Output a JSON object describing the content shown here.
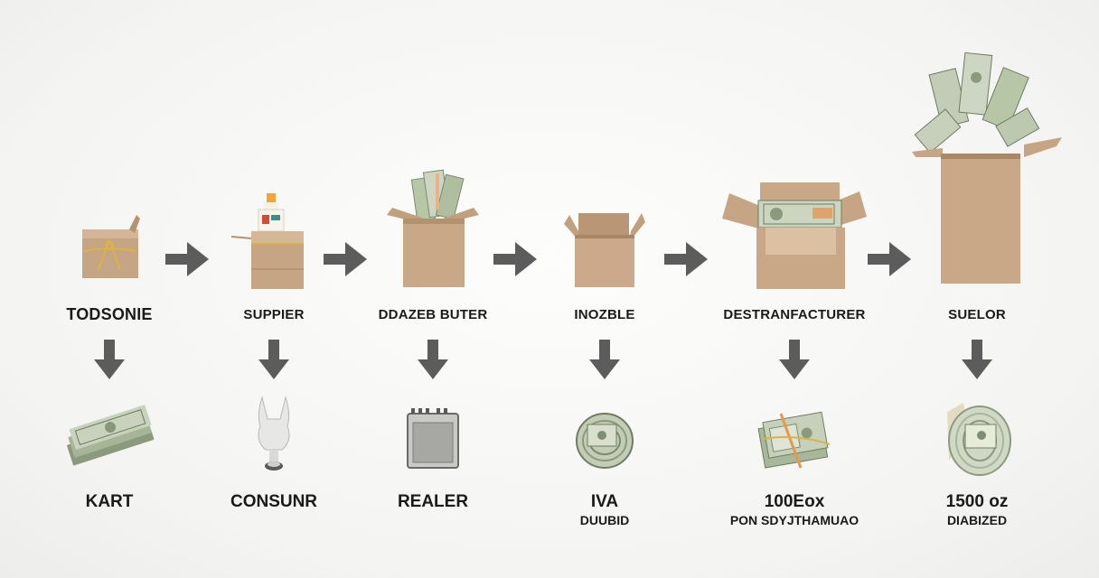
{
  "stages": [
    {
      "label": "TODSONIE",
      "outcome": "KART",
      "outcome_sub": "",
      "top_icon": "tied-box-icon",
      "bottom_icon": "cash-bills-icon"
    },
    {
      "label": "SUPPIER",
      "outcome": "CONSUNR",
      "outcome_sub": "",
      "top_icon": "box-with-bottle-icon",
      "bottom_icon": "ceramic-figure-icon"
    },
    {
      "label": "DDAZEB BUTER",
      "outcome": "REALER",
      "outcome_sub": "",
      "top_icon": "box-with-cash-icon",
      "bottom_icon": "radio-device-icon"
    },
    {
      "label": "INOZBLE",
      "outcome": "IVA",
      "outcome_sub": "DUUBID",
      "top_icon": "open-box-icon",
      "bottom_icon": "cash-roll-icon"
    },
    {
      "label": "DESTRANFACTURER",
      "outcome": "100Eox",
      "outcome_sub": "PON SDYJTHAMUAO",
      "top_icon": "open-box-with-bill-icon",
      "bottom_icon": "tied-cash-bundle-icon"
    },
    {
      "label": "SUELOR",
      "outcome": "1500 oz",
      "outcome_sub": "DIABIZED",
      "top_icon": "tall-box-overflowing-cash-icon",
      "bottom_icon": "cash-roll-large-icon"
    }
  ],
  "colors": {
    "background": "#f4f4f2",
    "cardboard": "#c9a888",
    "cardboard_dark": "#a98766",
    "cash": "#9aab8c",
    "arrow": "#5c5c5c",
    "text": "#1a1a1a"
  }
}
